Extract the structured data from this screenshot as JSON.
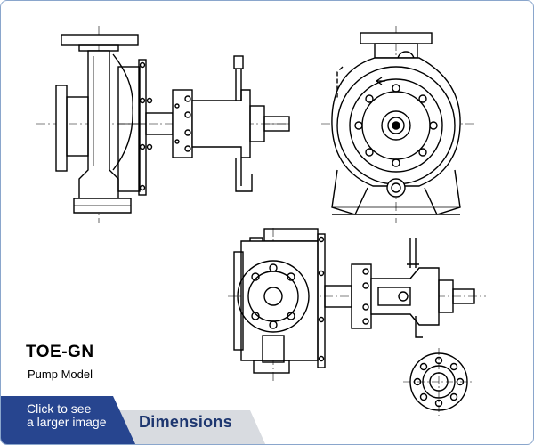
{
  "product": {
    "model_name": "TOE-GN",
    "model_caption": "Pump Model"
  },
  "actions": {
    "enlarge_text_line1": "Click to see",
    "enlarge_text_line2": "a larger image",
    "section_label": "Dimensions"
  },
  "colors": {
    "nav_blue": "#27458f",
    "tab_gray": "#d8dbe0",
    "section_text": "#1e3770",
    "frame_border": "#8aa6cc"
  }
}
